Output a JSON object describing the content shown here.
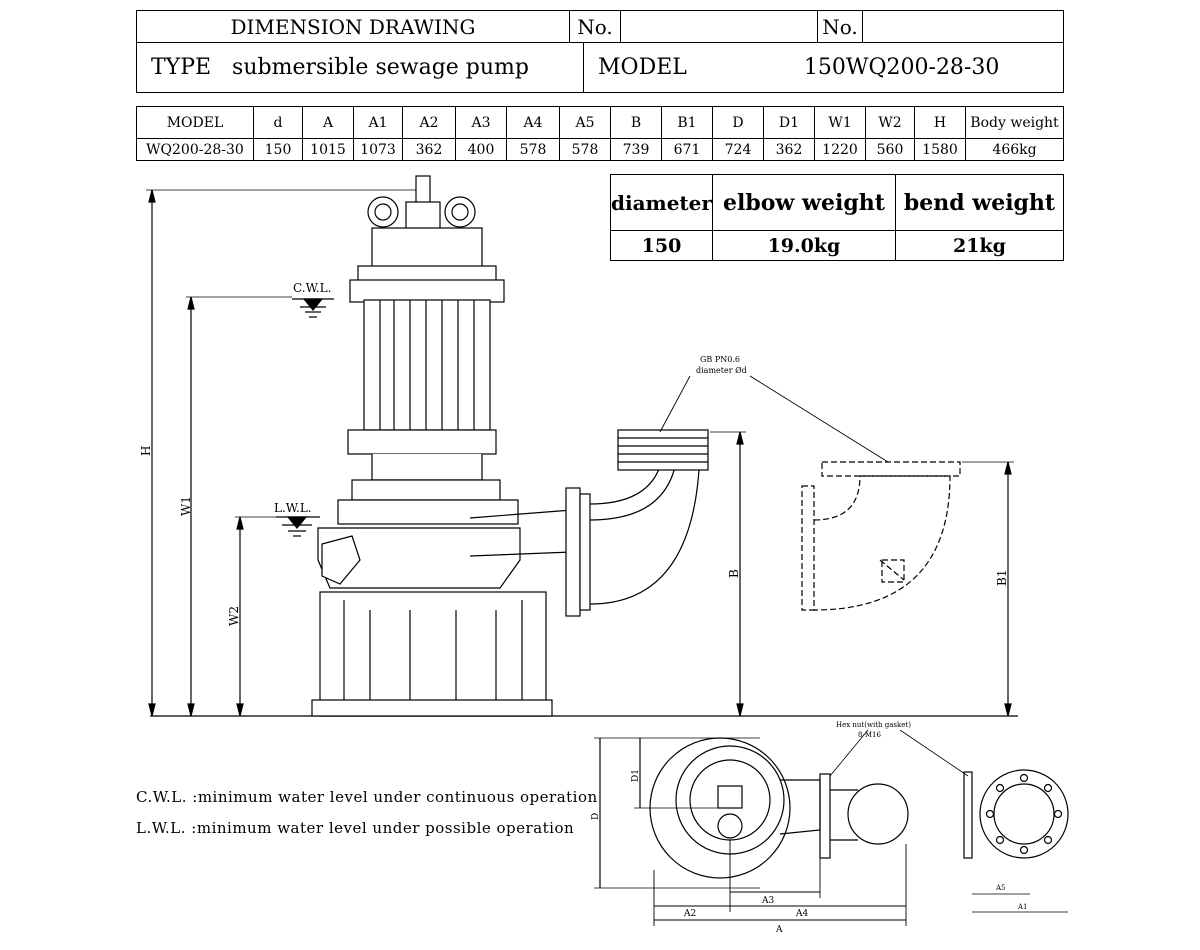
{
  "header": {
    "title": "DIMENSION DRAWING",
    "no_label_1": "No.",
    "no_value_1": "",
    "no_label_2": "No.",
    "no_value_2": "",
    "type_label": "TYPE",
    "type_value": "submersible sewage pump",
    "model_label": "MODEL",
    "model_value": "150WQ200-28-30"
  },
  "spec_table": {
    "columns": [
      "MODEL",
      "d",
      "A",
      "A1",
      "A2",
      "A3",
      "A4",
      "A5",
      "B",
      "B1",
      "D",
      "D1",
      "W1",
      "W2",
      "H",
      "Body weight"
    ],
    "row": [
      "WQ200-28-30",
      "150",
      "1015",
      "1073",
      "362",
      "400",
      "578",
      "578",
      "739",
      "671",
      "724",
      "362",
      "1220",
      "560",
      "1580",
      "466kg"
    ]
  },
  "weight_table": {
    "headers": [
      "diameter",
      "elbow weight",
      "bend weight"
    ],
    "values": [
      "150",
      "19.0kg",
      "21kg"
    ]
  },
  "drawing_labels": {
    "cwl": "C.W.L.",
    "lwl": "L.W.L.",
    "flange_note_1": "GB PN0.6",
    "flange_note_2": "diameter Ød",
    "dim_H": "H",
    "dim_W1": "W1",
    "dim_W2": "W2",
    "dim_B": "B",
    "dim_B1": "B1",
    "dim_D": "D",
    "dim_D1": "D1",
    "dim_A": "A",
    "dim_A1": "A1",
    "dim_A2": "A2",
    "dim_A3": "A3",
    "dim_A4": "A4",
    "dim_A5": "A5",
    "bolt_note_1": "Hex nut(with gasket)",
    "bolt_note_2": "8-M16"
  },
  "notes": {
    "cwl_note": "C.W.L. :minimum water level under continuous operation",
    "lwl_note": "L.W.L. :minimum water level under possible operation"
  }
}
